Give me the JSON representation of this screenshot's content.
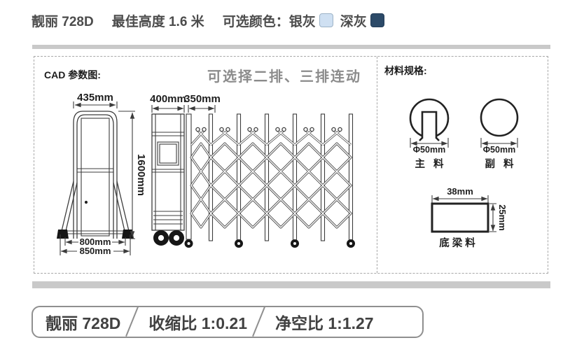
{
  "header": {
    "model": "靓丽 728D",
    "best_height": "最佳高度 1.6 米",
    "color_label": "可选颜色：",
    "colors": [
      {
        "name": "银灰",
        "hex": "#cfe0f2"
      },
      {
        "name": "深灰",
        "hex": "#2c4a68"
      }
    ]
  },
  "panel": {
    "cad_label": "CAD 参数图:",
    "linkage_note": "可选择二排、三排连动",
    "post_drawing": {
      "top_width": "435mm",
      "height": "1600mm",
      "inner_width": "800mm",
      "outer_width": "850mm"
    },
    "gate_drawing": {
      "machine_width": "400mm",
      "fold_width": "350mm"
    },
    "materials": {
      "title": "材料规格:",
      "main_tube": {
        "dim": "Φ50mm",
        "label": "主 料"
      },
      "aux_tube": {
        "dim": "Φ50mm",
        "label": "副 料"
      },
      "bottom_beam": {
        "width": "38mm",
        "height": "25mm",
        "label": "底梁料"
      }
    }
  },
  "footer": {
    "model": "靓丽 728D",
    "shrink_ratio": "收缩比 1:0.21",
    "clear_ratio": "净空比 1:1.27"
  }
}
